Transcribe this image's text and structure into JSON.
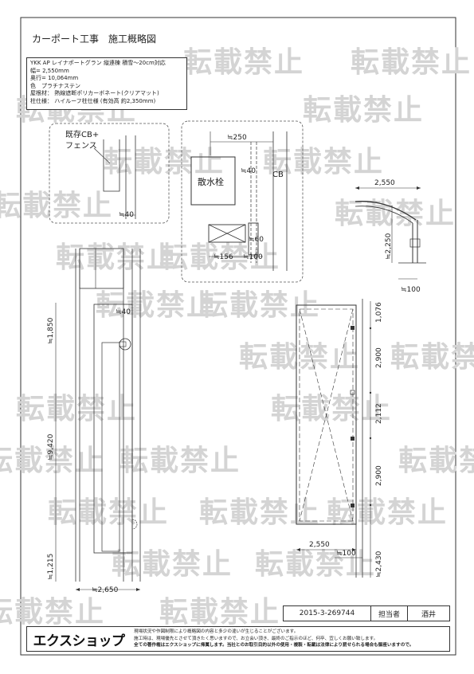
{
  "title": "カーポート工事　施工概略図",
  "watermark_text": "転載禁止",
  "spec": {
    "line1": "YKK AP レイナポートグラン 縦連棟 積雪～20cm対応",
    "line2": "幅= 2,550mm",
    "line3": "奥行= 10,064mm",
    "line4": "色　プラチナステン",
    "line5": "屋根材： 熱線遮断ポリカーボネート(クリアマット)",
    "line6": "柱仕様： ハイルーフ柱仕様 (有効高 約2,350mm)"
  },
  "detail1": {
    "label_existing": "既存CB+",
    "label_fence": "フェンス",
    "dim_40": "≒40"
  },
  "detail2": {
    "dim_250": "≒250",
    "label_hydrant": "散水栓",
    "dim_40": "≒40",
    "label_cb": "CB",
    "dim_60": "≒60",
    "dim_156": "≒156",
    "dim_100": "≒100"
  },
  "side_view": {
    "width": "2,550",
    "height": "≒2,250",
    "offset": "≒100"
  },
  "plan_left": {
    "dim_40": "≒40",
    "dim_1850": "≒1,850",
    "dim_9420": "≒9,420",
    "dim_1215": "≒1,215",
    "dim_2650": "≒2,650"
  },
  "plan_right": {
    "dim_1076": "1,076",
    "dim_2900a": "2,900",
    "dim_2112": "2,112",
    "dim_2900b": "2,900",
    "dim_2430": "≒2,430",
    "width": "2,550",
    "dim_100": "≒100"
  },
  "titleblock": {
    "drawing_no": "2015-3-269744",
    "staff_label": "担当者",
    "staff_name": "酒井"
  },
  "footer": {
    "logo": "エクスショップ",
    "note1": "現場状況や作図制限により概略図の内容と多少の違いが生じることがございます。",
    "note2": "施工時は、現場優先とさせて頂きたく思いますので、お立会い頂き、最終のご指示のほど、何卒、宜しくお願い致します。",
    "note3": "全ての著作権はエクスショップに帰属します。当社とのお取引目的以外の使用・複製・転載は法律により罰せられる場合も御座いますので。"
  }
}
